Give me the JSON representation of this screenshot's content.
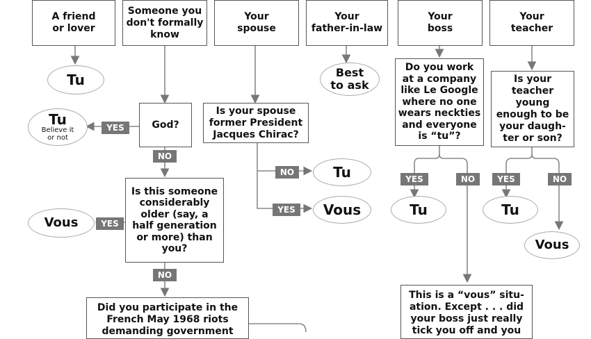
{
  "headers": {
    "friend": "A friend\nor lover",
    "stranger": "Someone you\ndon't formally\nknow",
    "spouse": "Your\nspouse",
    "father_in_law": "Your\nfather-in-law",
    "boss": "Your\nboss",
    "teacher": "Your\nteacher"
  },
  "questions": {
    "god": "God?",
    "older": "Is this someone\nconsiderably\nolder (say, a\nhalf generation\nor more) than\nyou?",
    "may68": "Did you participate in the\nFrench May 1968 riots\ndemanding government",
    "chirac": "Is your spouse\nformer President\nJacques Chirac?",
    "google": "Do you work\nat a company\nlike Le Google\nwhere no one\nwears neckties\nand everyone\nis “tu”?",
    "young_teacher": "Is your\nteacher\nyoung\nenough to be\nyour daugh-\nter or son?",
    "vous_situation": "This is a “vous” situ-\nation. Except . . . did\nyour boss just really\ntick you off and you"
  },
  "answers": {
    "tu_friend": "Tu",
    "tu_god": "Tu",
    "tu_god_note": "Believe it\nor not",
    "vous_older": "Vous",
    "best_to_ask": "Best\nto ask",
    "tu_chirac_no": "Tu",
    "vous_chirac_yes": "Vous",
    "tu_boss": "Tu",
    "tu_teacher": "Tu",
    "vous_teacher": "Vous"
  },
  "labels": {
    "yes": "YES",
    "no": "NO"
  }
}
